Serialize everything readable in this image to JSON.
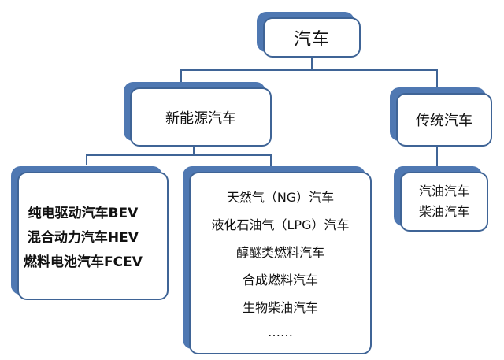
{
  "root": {
    "label": "汽车"
  },
  "new_energy": {
    "label": "新能源汽车",
    "children": [
      {
        "items": [
          "纯电驱动汽车BEV",
          "混合动力汽车HEV",
          "燃料电池汽车FCEV"
        ]
      },
      {
        "items": [
          "天然气（NG）汽车",
          "液化石油气（LPG）汽车",
          "醇醚类燃料汽车",
          "合成燃料汽车",
          "生物柴油汽车",
          "……"
        ]
      }
    ]
  },
  "traditional": {
    "label": "传统汽车",
    "items": [
      "汽油汽车",
      "柴油汽车"
    ]
  },
  "colors": {
    "border": "#3f6496",
    "shadow": "#4f78b2",
    "line": "#3f6496"
  }
}
